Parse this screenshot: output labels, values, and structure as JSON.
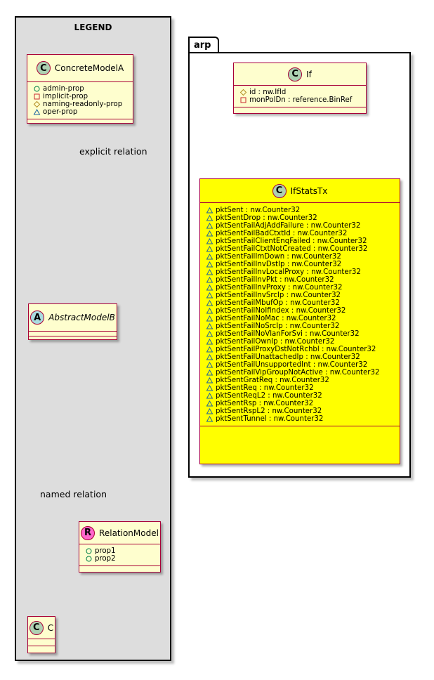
{
  "legend": {
    "title": "LEGEND",
    "concrete": {
      "name": "ConcreteModelA",
      "badge": "C",
      "attrs": [
        {
          "vis": "public",
          "text": "admin-prop"
        },
        {
          "vis": "private",
          "text": "implicit-prop"
        },
        {
          "vis": "protected",
          "text": "naming-readonly-prop"
        },
        {
          "vis": "package",
          "text": "oper-prop"
        }
      ]
    },
    "abstract": {
      "name": "AbstractModelB",
      "badge": "A"
    },
    "relation": {
      "name": "RelationModel",
      "badge": "R",
      "attrs": [
        {
          "vis": "public",
          "text": "prop1"
        },
        {
          "vis": "public",
          "text": "prop2"
        }
      ]
    },
    "c": {
      "name": "C",
      "badge": "C"
    },
    "explicit_label": "explicit relation",
    "named_label": "named relation"
  },
  "package": {
    "name": "arp"
  },
  "if_class": {
    "name": "If",
    "badge": "C",
    "attrs": [
      {
        "vis": "protected",
        "text": "id : nw.IfId"
      },
      {
        "vis": "private",
        "text": "monPolDn : reference.BinRef"
      }
    ]
  },
  "stats_class": {
    "name": "IfStatsTx",
    "badge": "C",
    "attrs": [
      {
        "vis": "package",
        "text": "pktSent : nw.Counter32"
      },
      {
        "vis": "package",
        "text": "pktSentDrop : nw.Counter32"
      },
      {
        "vis": "package",
        "text": "pktSentFailAdjAddFailure : nw.Counter32"
      },
      {
        "vis": "package",
        "text": "pktSentFailBadCtxtId : nw.Counter32"
      },
      {
        "vis": "package",
        "text": "pktSentFailClientEnqFailed : nw.Counter32"
      },
      {
        "vis": "package",
        "text": "pktSentFailCtxtNotCreated : nw.Counter32"
      },
      {
        "vis": "package",
        "text": "pktSentFailImDown : nw.Counter32"
      },
      {
        "vis": "package",
        "text": "pktSentFailInvDstIp : nw.Counter32"
      },
      {
        "vis": "package",
        "text": "pktSentFailInvLocalProxy : nw.Counter32"
      },
      {
        "vis": "package",
        "text": "pktSentFailInvPkt : nw.Counter32"
      },
      {
        "vis": "package",
        "text": "pktSentFailInvProxy : nw.Counter32"
      },
      {
        "vis": "package",
        "text": "pktSentFailInvSrcIp : nw.Counter32"
      },
      {
        "vis": "package",
        "text": "pktSentFailMbufOp : nw.Counter32"
      },
      {
        "vis": "package",
        "text": "pktSentFailNoIfindex : nw.Counter32"
      },
      {
        "vis": "package",
        "text": "pktSentFailNoMac : nw.Counter32"
      },
      {
        "vis": "package",
        "text": "pktSentFailNoSrcIp : nw.Counter32"
      },
      {
        "vis": "package",
        "text": "pktSentFailNoVlanForSvi : nw.Counter32"
      },
      {
        "vis": "package",
        "text": "pktSentFailOwnIp : nw.Counter32"
      },
      {
        "vis": "package",
        "text": "pktSentFailProxyDstNotRchbl : nw.Counter32"
      },
      {
        "vis": "package",
        "text": "pktSentFailUnattachedIp : nw.Counter32"
      },
      {
        "vis": "package",
        "text": "pktSentFailUnsupportedInt : nw.Counter32"
      },
      {
        "vis": "package",
        "text": "pktSentFailVipGroupNotActive : nw.Counter32"
      },
      {
        "vis": "package",
        "text": "pktSentGratReq : nw.Counter32"
      },
      {
        "vis": "package",
        "text": "pktSentReq : nw.Counter32"
      },
      {
        "vis": "package",
        "text": "pktSentReqL2 : nw.Counter32"
      },
      {
        "vis": "package",
        "text": "pktSentRsp : nw.Counter32"
      },
      {
        "vis": "package",
        "text": "pktSentRspL2 : nw.Counter32"
      },
      {
        "vis": "package",
        "text": "pktSentTunnel : nw.Counter32"
      }
    ]
  },
  "colors": {
    "class_fill": "#fefece",
    "class_border": "#a80036",
    "highlight": "#ffff00",
    "legend_bg": "#dddddd"
  }
}
